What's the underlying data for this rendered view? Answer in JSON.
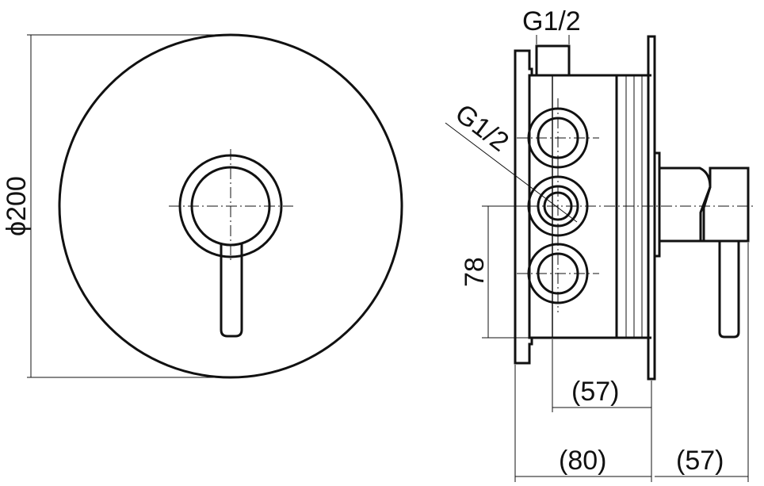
{
  "drawing": {
    "labels": {
      "diameter": "ϕ200",
      "thread_top": "G1/2",
      "thread_side": "G1/2",
      "spacing": "78",
      "depth_body": "(57)",
      "depth_total": "(80)",
      "depth_handle": "(57)"
    }
  }
}
